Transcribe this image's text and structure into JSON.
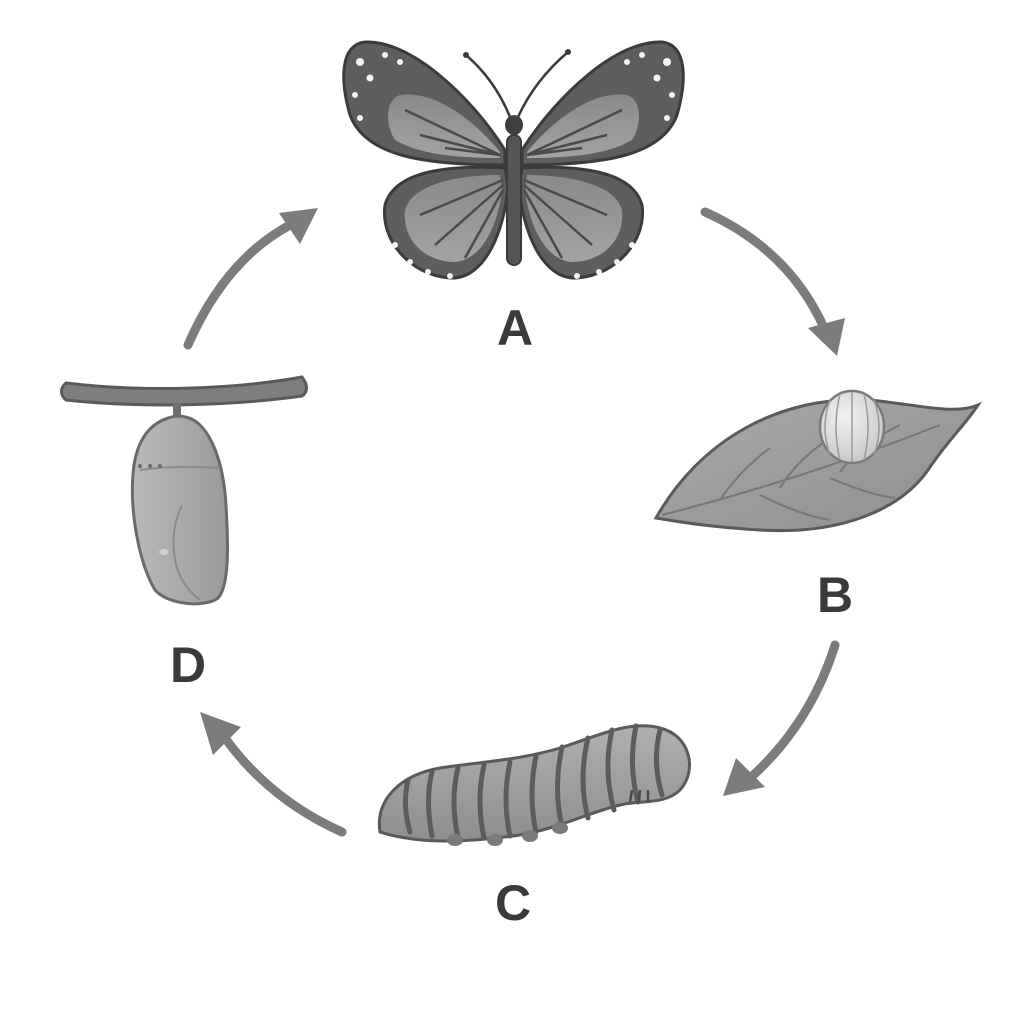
{
  "diagram": {
    "stages": [
      {
        "id": "adult",
        "label": "A",
        "depiction": "butterfly-icon"
      },
      {
        "id": "egg",
        "label": "B",
        "depiction": "egg-on-leaf-icon"
      },
      {
        "id": "larva",
        "label": "C",
        "depiction": "caterpillar-icon"
      },
      {
        "id": "pupa",
        "label": "D",
        "depiction": "chrysalis-icon"
      }
    ],
    "cycle_order": [
      "A",
      "B",
      "C",
      "D"
    ],
    "arrow_color": "#7c7c7c",
    "label_color": "#3a3a3a"
  }
}
